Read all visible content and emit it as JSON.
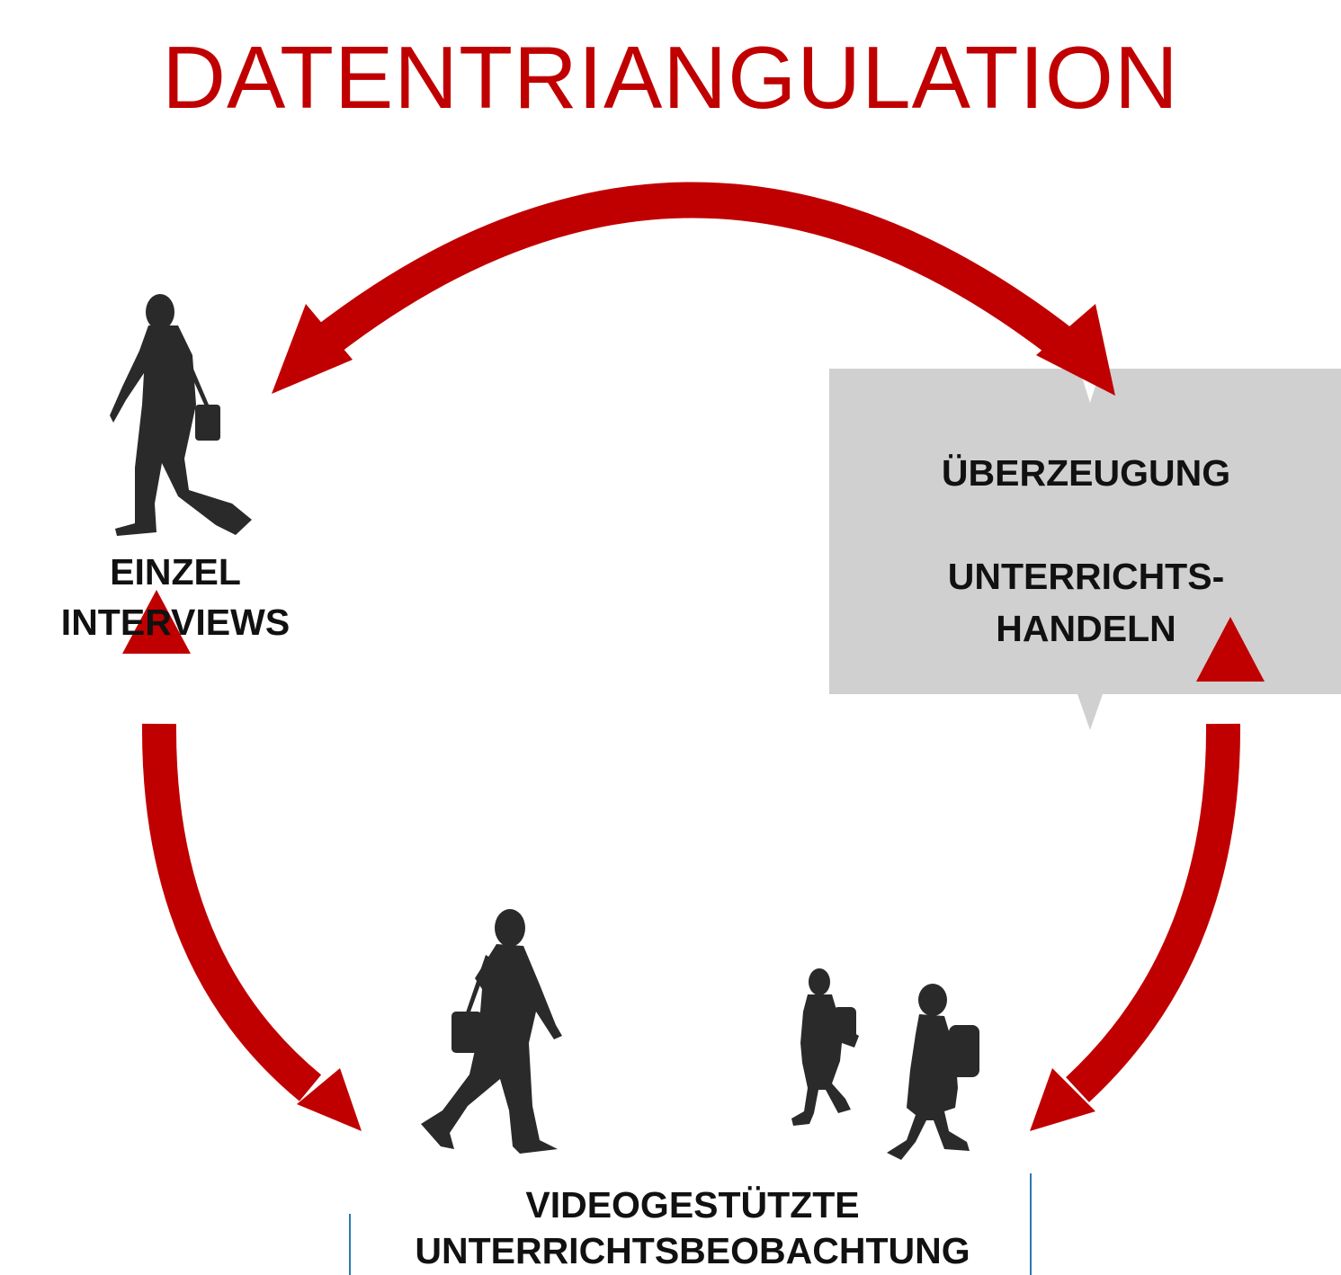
{
  "title": "DATENTRIANGULATION",
  "colors": {
    "accent": "#c00000",
    "silhouette": "#2a2a2a",
    "box": "#d0d0d0",
    "divider": "#2a7ab0"
  },
  "nodes": {
    "interviews": {
      "line1": "EINZEL",
      "line2": "INTERVIEWS"
    },
    "beliefs": {
      "line1": "ÜBERZEUGUNG",
      "line2": "UNTERRICHTS-",
      "line3": "HANDELN"
    },
    "observation": {
      "line1": "VIDEOGESTÜTZTE",
      "line2": "UNTERRICHTSBEOBACHTUNG"
    }
  },
  "icons": [
    "walking-teacher-icon",
    "walking-teacher-icon",
    "walking-child-icon",
    "walking-child-icon",
    "warning-triangle-icon"
  ]
}
